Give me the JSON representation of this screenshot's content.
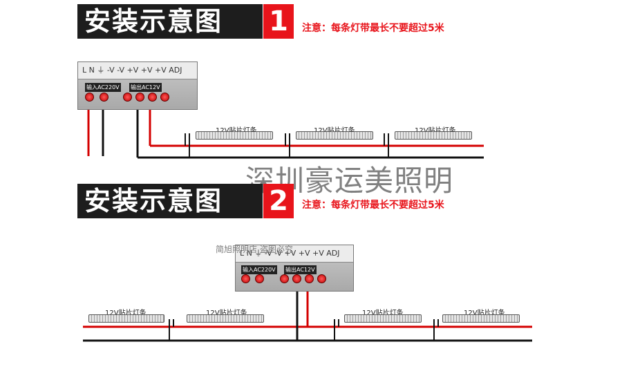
{
  "diagram1": {
    "title": "安装示意图",
    "number": "1",
    "note": "注意：每条灯带最长不要超过5米",
    "psu": {
      "top_text": "L  N  ⏚  -V -V +V +V  +V ADJ",
      "input_label": "输入AC220V",
      "output_label": "输出AC12V"
    },
    "strips": [
      "12V贴片灯条",
      "12V贴片灯条",
      "12V贴片灯条"
    ]
  },
  "diagram2": {
    "title": "安装示意图",
    "number": "2",
    "note": "注意：每条灯带最长不要超过5米",
    "psu": {
      "top_text": "L  N  ⏚  -V -V +V +V  +V ADJ",
      "input_label": "输入AC220V",
      "output_label": "输出AC12V"
    },
    "strips": [
      "12V贴片灯条",
      "12V贴片灯条",
      "12V贴片灯条",
      "12V贴片灯条"
    ]
  },
  "watermark": "深圳豪运美照明",
  "watermark_small": "简旭照明店 盗图必究",
  "colors": {
    "banner_bg": "#1d1d1d",
    "accent_red": "#e8141b",
    "wire_red": "#d40000",
    "wire_black": "#111111"
  }
}
